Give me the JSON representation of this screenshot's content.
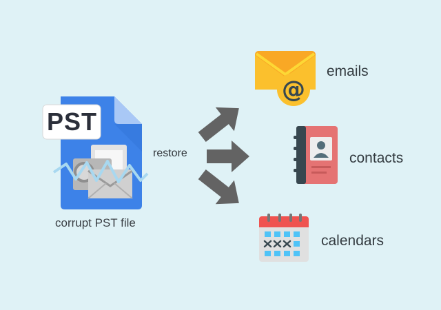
{
  "source": {
    "badge_text": "PST",
    "caption": "corrupt PST file"
  },
  "action": {
    "label": "restore"
  },
  "outputs": [
    {
      "name": "emails",
      "icon": "envelope-at-icon"
    },
    {
      "name": "contacts",
      "icon": "address-book-icon"
    },
    {
      "name": "calendars",
      "icon": "calendar-icon"
    }
  ],
  "colors": {
    "background": "#dff2f6",
    "file_blue": "#3d82e8",
    "arrow_gray": "#636363",
    "envelope_yellow": "#fbc02d",
    "contacts_red": "#e57373",
    "calendar_red": "#ef5350",
    "calendar_cell_blue": "#4fc3f7",
    "text_dark": "#333b40"
  }
}
